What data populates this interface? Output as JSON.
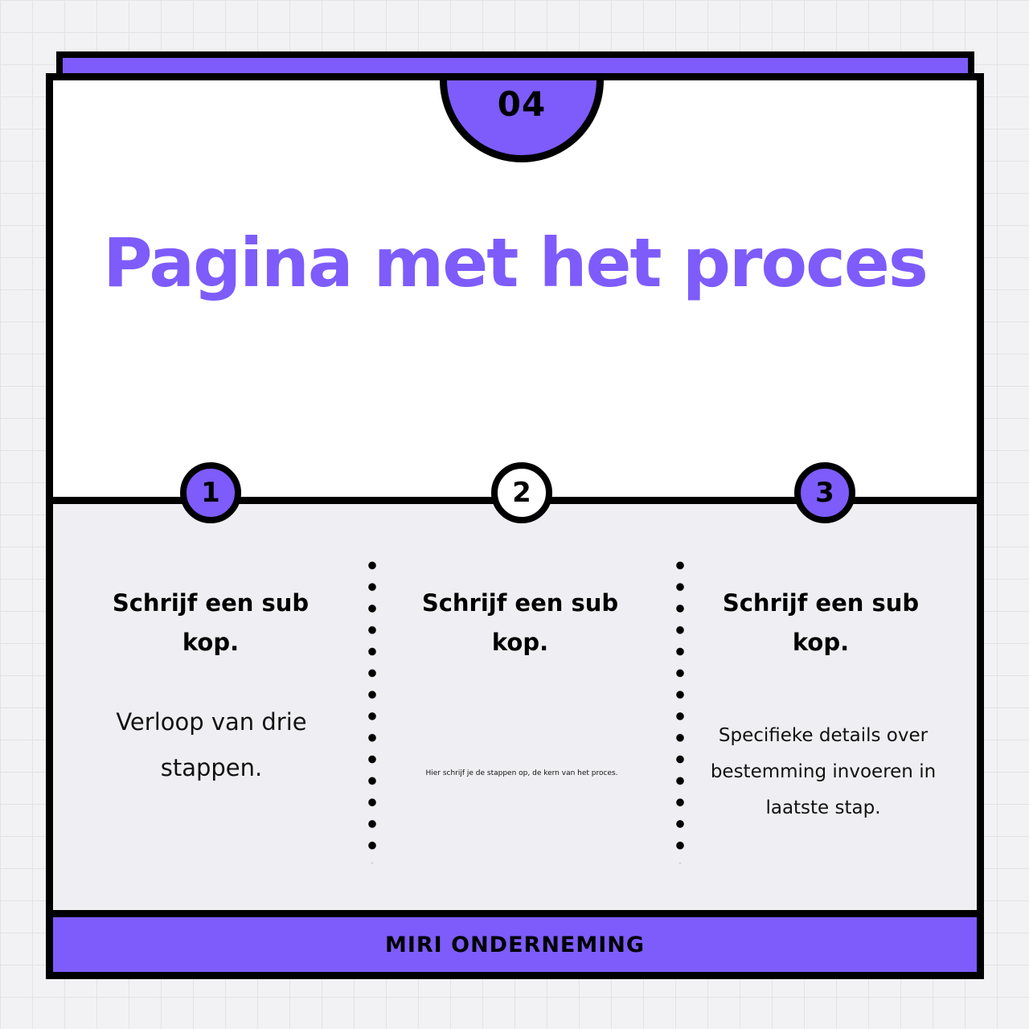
{
  "page": {
    "number": "04",
    "title": "Pagina met het proces"
  },
  "steps": [
    {
      "number": "1",
      "heading": "Schrijf een sub kop.",
      "body": "Verloop van drie stappen."
    },
    {
      "number": "2",
      "heading": "Schrijf een sub kop.",
      "body": "Hier schrijf je de stappen op, de kern van het proces."
    },
    {
      "number": "3",
      "heading": "Schrijf een sub kop.",
      "body": "Specifieke details over bestemming invoeren in laatste stap."
    }
  ],
  "footer": {
    "brand": "MIRI ONDERNEMING"
  },
  "colors": {
    "accent": "#7d5cfb",
    "outline": "#000000",
    "card_background": "#ffffff",
    "panel_background": "#efeef2",
    "page_background": "#f2f2f4"
  }
}
